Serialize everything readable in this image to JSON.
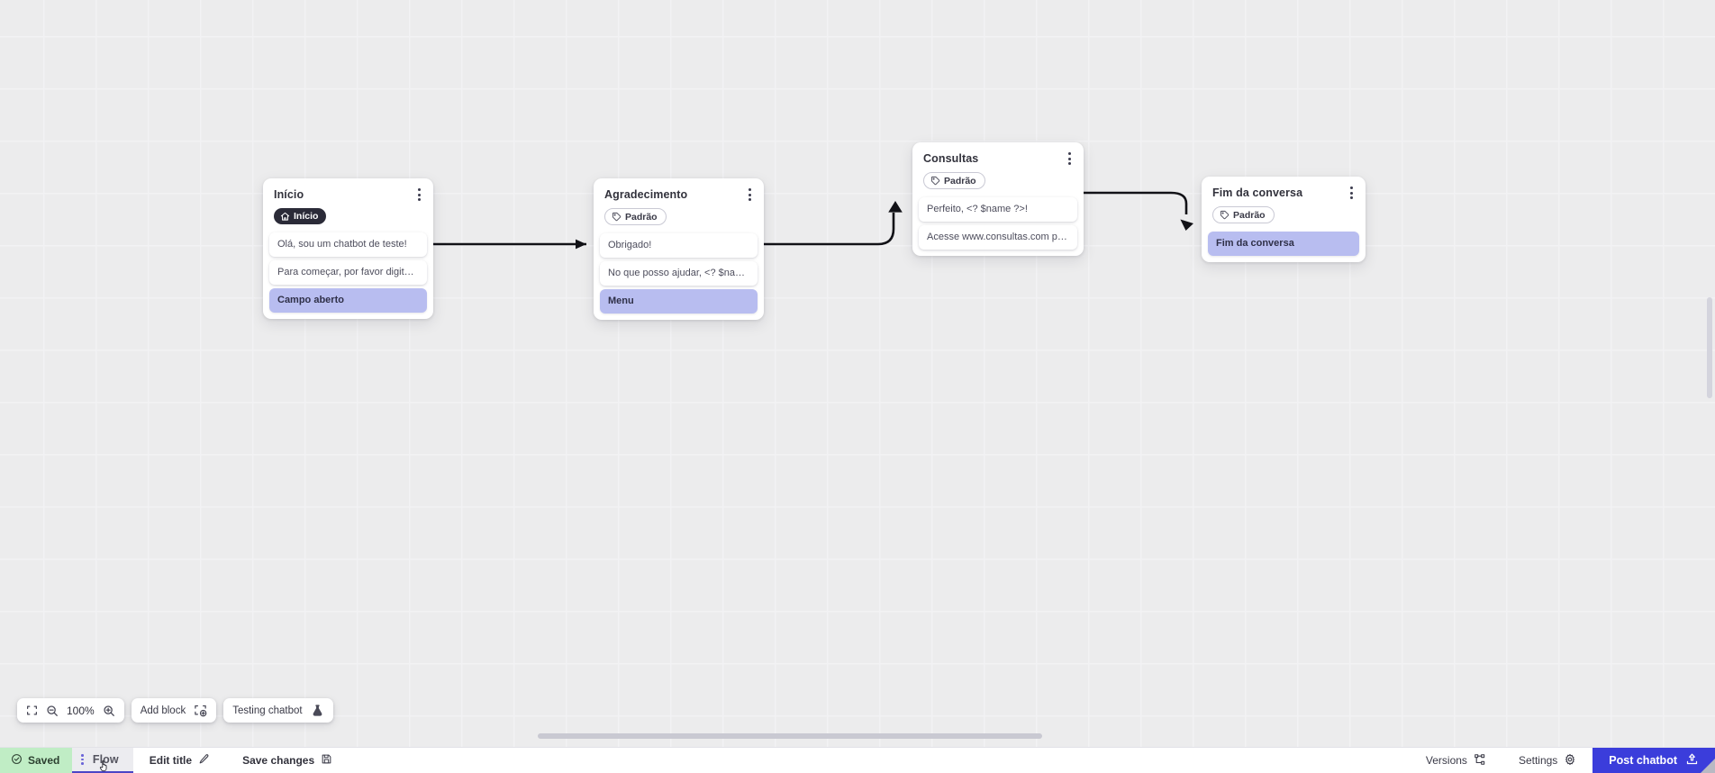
{
  "app": {
    "zoom_level": "100%"
  },
  "canvas": {
    "nodes": [
      {
        "id": "inicio",
        "title": "Início",
        "badge_type": "dark",
        "badge_label": "Início",
        "badge_icon": "home-icon",
        "blocks": [
          {
            "text": "Olá, sou um chatbot de teste!",
            "kind": "msg"
          },
          {
            "text": "Para começar, por favor digite o ...",
            "kind": "msg"
          },
          {
            "text": "Campo aberto",
            "kind": "action"
          }
        ]
      },
      {
        "id": "agradecimento",
        "title": "Agradecimento",
        "badge_type": "tag",
        "badge_label": "Padrão",
        "badge_icon": "tag-icon",
        "blocks": [
          {
            "text": "Obrigado!",
            "kind": "msg"
          },
          {
            "text": "No que posso ajudar, <? $name ...",
            "kind": "msg"
          },
          {
            "text": "Menu",
            "kind": "action"
          }
        ]
      },
      {
        "id": "consultas",
        "title": "Consultas",
        "badge_type": "tag",
        "badge_label": "Padrão",
        "badge_icon": "tag-icon",
        "blocks": [
          {
            "text": "Perfeito, <? $name ?>!",
            "kind": "msg"
          },
          {
            "text": "Acesse www.consultas.com par...",
            "kind": "msg"
          }
        ]
      },
      {
        "id": "fim-da-conversa",
        "title": "Fim da conversa",
        "badge_type": "tag",
        "badge_label": "Padrão",
        "badge_icon": "tag-icon",
        "blocks": [
          {
            "text": "Fim da conversa",
            "kind": "action"
          }
        ]
      }
    ]
  },
  "toolbar": {
    "fit_icon": "fit-screen-icon",
    "zoom_out_icon": "zoom-out-icon",
    "zoom_in_icon": "zoom-in-icon",
    "zoom_value": "100%",
    "add_block_label": "Add block",
    "add_block_icon": "add-block-icon",
    "testing_label": "Testing chatbot",
    "testing_icon": "flask-icon"
  },
  "bottombar": {
    "saved_label": "Saved",
    "saved_icon": "check-circle-icon",
    "flow_tab_label": "Flow",
    "drag_handle_icon": "drag-handle-icon",
    "cursor_icon": "pointer-cursor-icon",
    "edit_title_label": "Edit title",
    "edit_title_icon": "pencil-icon",
    "save_changes_label": "Save changes",
    "save_changes_icon": "floppy-disk-icon",
    "versions_label": "Versions",
    "versions_icon": "branch-icon",
    "settings_label": "Settings",
    "settings_icon": "gear-icon",
    "post_label": "Post chatbot",
    "post_icon": "upload-icon"
  },
  "colors": {
    "accent_blue": "#3b3ddb",
    "saved_green": "#c0edc5",
    "action_lavender": "#b8bdf0",
    "badge_dark": "#2b2b38",
    "canvas_bg": "#ececed",
    "edge_stroke": "#121217"
  }
}
